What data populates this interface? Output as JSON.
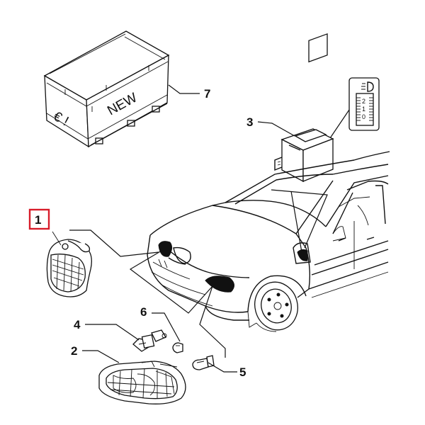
{
  "callouts": {
    "c1": "1",
    "c2": "2",
    "c3": "3",
    "c4": "4",
    "c5": "5",
    "c6": "6",
    "c7": "7"
  },
  "crate": {
    "symbol": "€ !",
    "label": "NEW"
  },
  "switch_panel": {
    "scale_digits": [
      "2",
      "1",
      "0"
    ]
  },
  "highlight": {
    "color": "#d81c2a",
    "selected_callout": "1"
  }
}
